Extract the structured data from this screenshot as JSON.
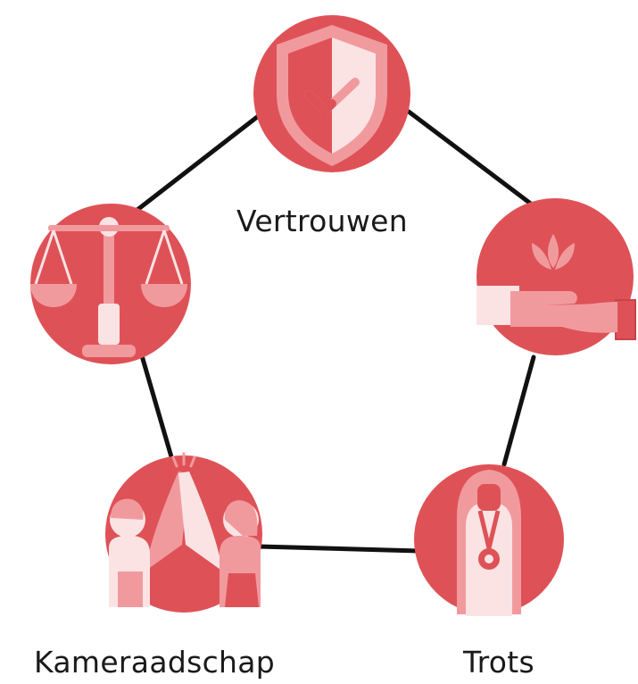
{
  "diagram": {
    "labels": {
      "vertrouwen": "Vertrouwen",
      "kameraadschap": "Kameraadschap",
      "trots": "Trots"
    },
    "nodes": [
      {
        "id": "vertrouwen",
        "icon": "shield-check-icon"
      },
      {
        "id": "care",
        "icon": "hand-lotus-icon"
      },
      {
        "id": "trots",
        "icon": "medal-person-icon"
      },
      {
        "id": "kameraadschap",
        "icon": "high-five-icon"
      },
      {
        "id": "balance",
        "icon": "scales-icon"
      }
    ],
    "edges": [
      [
        "vertrouwen",
        "care"
      ],
      [
        "care",
        "trots"
      ],
      [
        "trots",
        "kameraadschap"
      ],
      [
        "kameraadschap",
        "balance"
      ],
      [
        "balance",
        "vertrouwen"
      ]
    ],
    "colors": {
      "circle": "#de5257",
      "light": "#f19a9e",
      "pale": "#fbe3e4",
      "line": "#111111",
      "text": "#1a1a1a"
    }
  }
}
